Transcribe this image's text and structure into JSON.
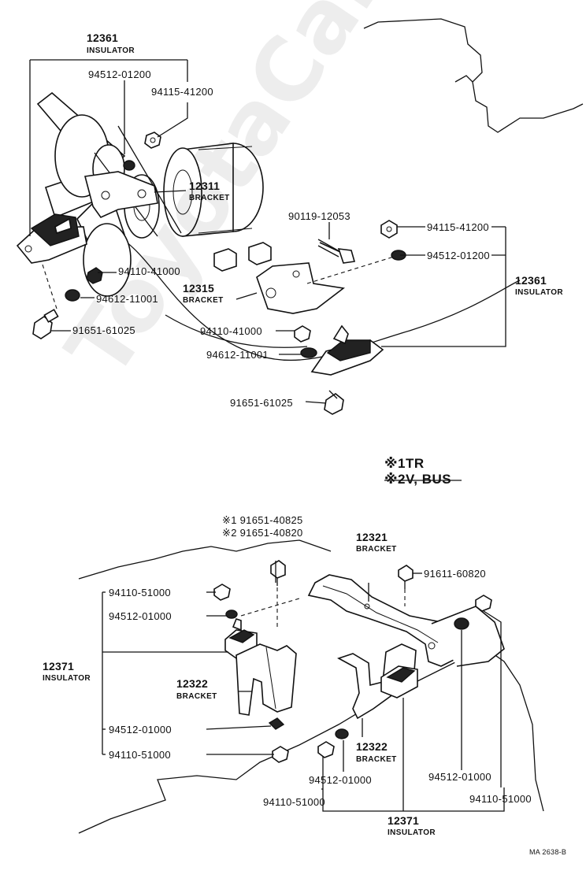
{
  "upper": {
    "insulator_left_num": "12361",
    "insulator_left_name": "INSULATOR",
    "p_94512_01200_a": "94512-01200",
    "p_94115_41200_a": "94115-41200",
    "bracket_12311_num": "12311",
    "bracket_12311_name": "BRACKET",
    "p_90119_12053": "90119-12053",
    "p_94115_41200_b": "94115-41200",
    "p_94512_01200_b": "94512-01200",
    "insulator_right_num": "12361",
    "insulator_right_name": "INSULATOR",
    "p_94110_41000_a": "94110-41000",
    "bracket_12315_num": "12315",
    "bracket_12315_name": "BRACKET",
    "p_94612_11001_a": "94612-11001",
    "p_91651_61025_a": "91651-61025",
    "p_94110_41000_b": "94110-41000",
    "p_94612_11001_b": "94612-11001",
    "p_91651_61025_b": "91651-61025"
  },
  "notes": {
    "note1": "※1TR",
    "note2": "※2V, BUS"
  },
  "lower": {
    "bolt_1": "※1 91651-40825",
    "bolt_2": "※2 91651-40820",
    "bracket_12321_num": "12321",
    "bracket_12321_name": "BRACKET",
    "p_91611_60820": "91611-60820",
    "p_94110_51000_a": "94110-51000",
    "p_94512_01000_a": "94512-01000",
    "insulator_left_num": "12371",
    "insulator_left_name": "INSULATOR",
    "bracket_12322_left_num": "12322",
    "bracket_12322_left_name": "BRACKET",
    "p_94512_01000_b": "94512-01000",
    "p_94110_51000_b": "94110-51000",
    "bracket_12322_right_num": "12322",
    "bracket_12322_right_name": "BRACKET",
    "p_94512_01000_c": "94512-01000",
    "p_94110_51000_c": "94110-51000",
    "p_94512_01000_d": "94512-01000",
    "p_94110_51000_d": "94110-51000",
    "insulator_bottom_num": "12371",
    "insulator_bottom_name": "INSULATOR"
  },
  "footer": {
    "drawing_code": "MA 2638-B"
  },
  "watermark": "ToyotaCarMine.ru"
}
